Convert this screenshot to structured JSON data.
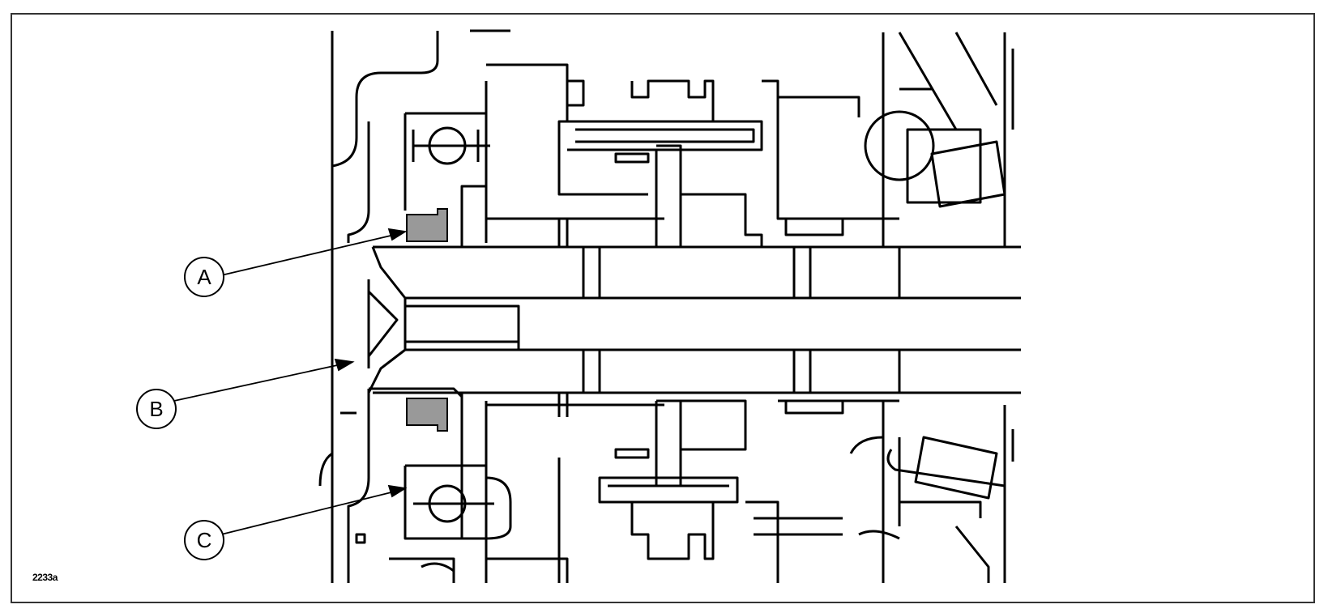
{
  "callouts": [
    {
      "id": "A",
      "label": "A"
    },
    {
      "id": "B",
      "label": "B"
    },
    {
      "id": "C",
      "label": "C"
    }
  ],
  "figure_id": "2233a",
  "colors": {
    "line": "#000000",
    "shaded": "#999999",
    "background": "#ffffff"
  }
}
